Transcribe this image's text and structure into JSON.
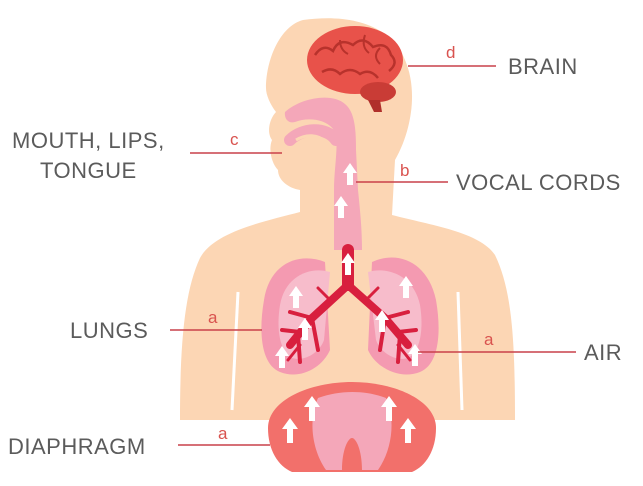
{
  "labels": {
    "brain": "BRAIN",
    "mouth_line1": "MOUTH, LIPS,",
    "mouth_line2": "TONGUE",
    "vocal_cords": "VOCAL CORDS",
    "lungs": "LUNGS",
    "air": "AIR",
    "diaphragm": "DIAPHRAGM"
  },
  "letters": {
    "brain": "d",
    "mouth": "c",
    "vocal_cords": "b",
    "lungs": "a",
    "air": "a",
    "diaphragm": "a"
  },
  "colors": {
    "skin": "#fcd6b4",
    "skin_outline": "#ffffff",
    "brain": "#e8524a",
    "airway": "#f4a7b9",
    "lung": "#f49ab1",
    "bronchi": "#d81f3e",
    "diaphragm": "#f2706b",
    "label_text": "#5b5b5b",
    "letter_text": "#d9534f",
    "leader_line": "#c9404a"
  }
}
